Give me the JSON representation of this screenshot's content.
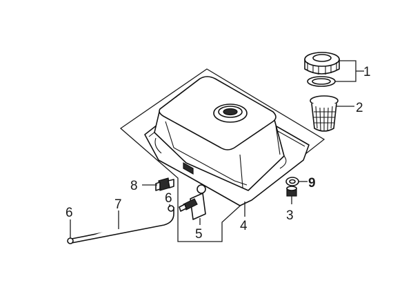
{
  "callouts": [
    {
      "id": "1",
      "text": "1",
      "bold": false
    },
    {
      "id": "2",
      "text": "2",
      "bold": false
    },
    {
      "id": "3",
      "text": "3",
      "bold": false
    },
    {
      "id": "4",
      "text": "4",
      "bold": false
    },
    {
      "id": "5",
      "text": "5",
      "bold": false
    },
    {
      "id": "6a",
      "text": "6",
      "bold": false
    },
    {
      "id": "6b",
      "text": "6",
      "bold": false
    },
    {
      "id": "7",
      "text": "7",
      "bold": false
    },
    {
      "id": "8",
      "text": "8",
      "bold": false
    },
    {
      "id": "9",
      "text": "9",
      "bold": true
    }
  ],
  "colors": {
    "line": "#1a1a1a",
    "fill": "#ffffff"
  }
}
